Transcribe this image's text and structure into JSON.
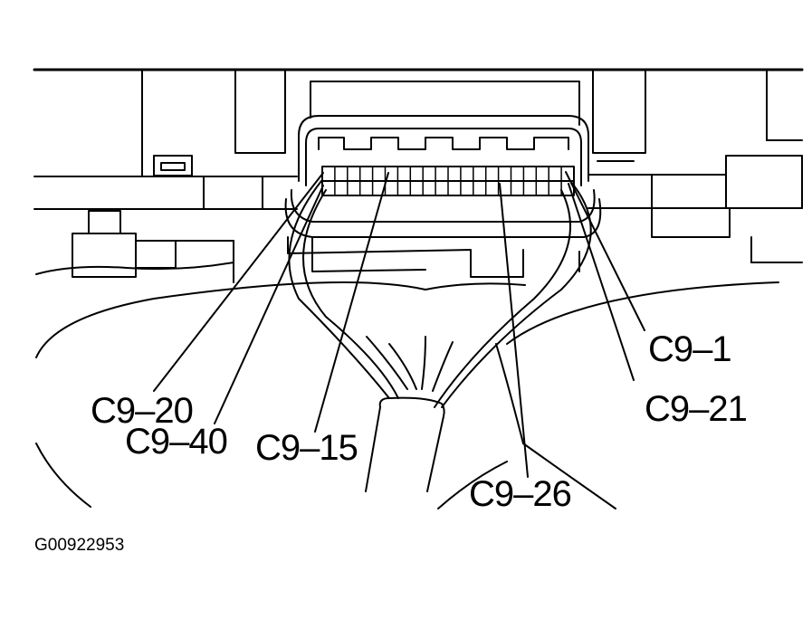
{
  "labels": {
    "c9_1": "C9–1",
    "c9_21": "C9–21",
    "c9_20": "C9–20",
    "c9_40": "C9–40",
    "c9_15": "C9–15",
    "c9_26": "C9–26"
  },
  "figure_id": "G00922953",
  "colors": {
    "line": "#000000",
    "background": "#ffffff"
  }
}
